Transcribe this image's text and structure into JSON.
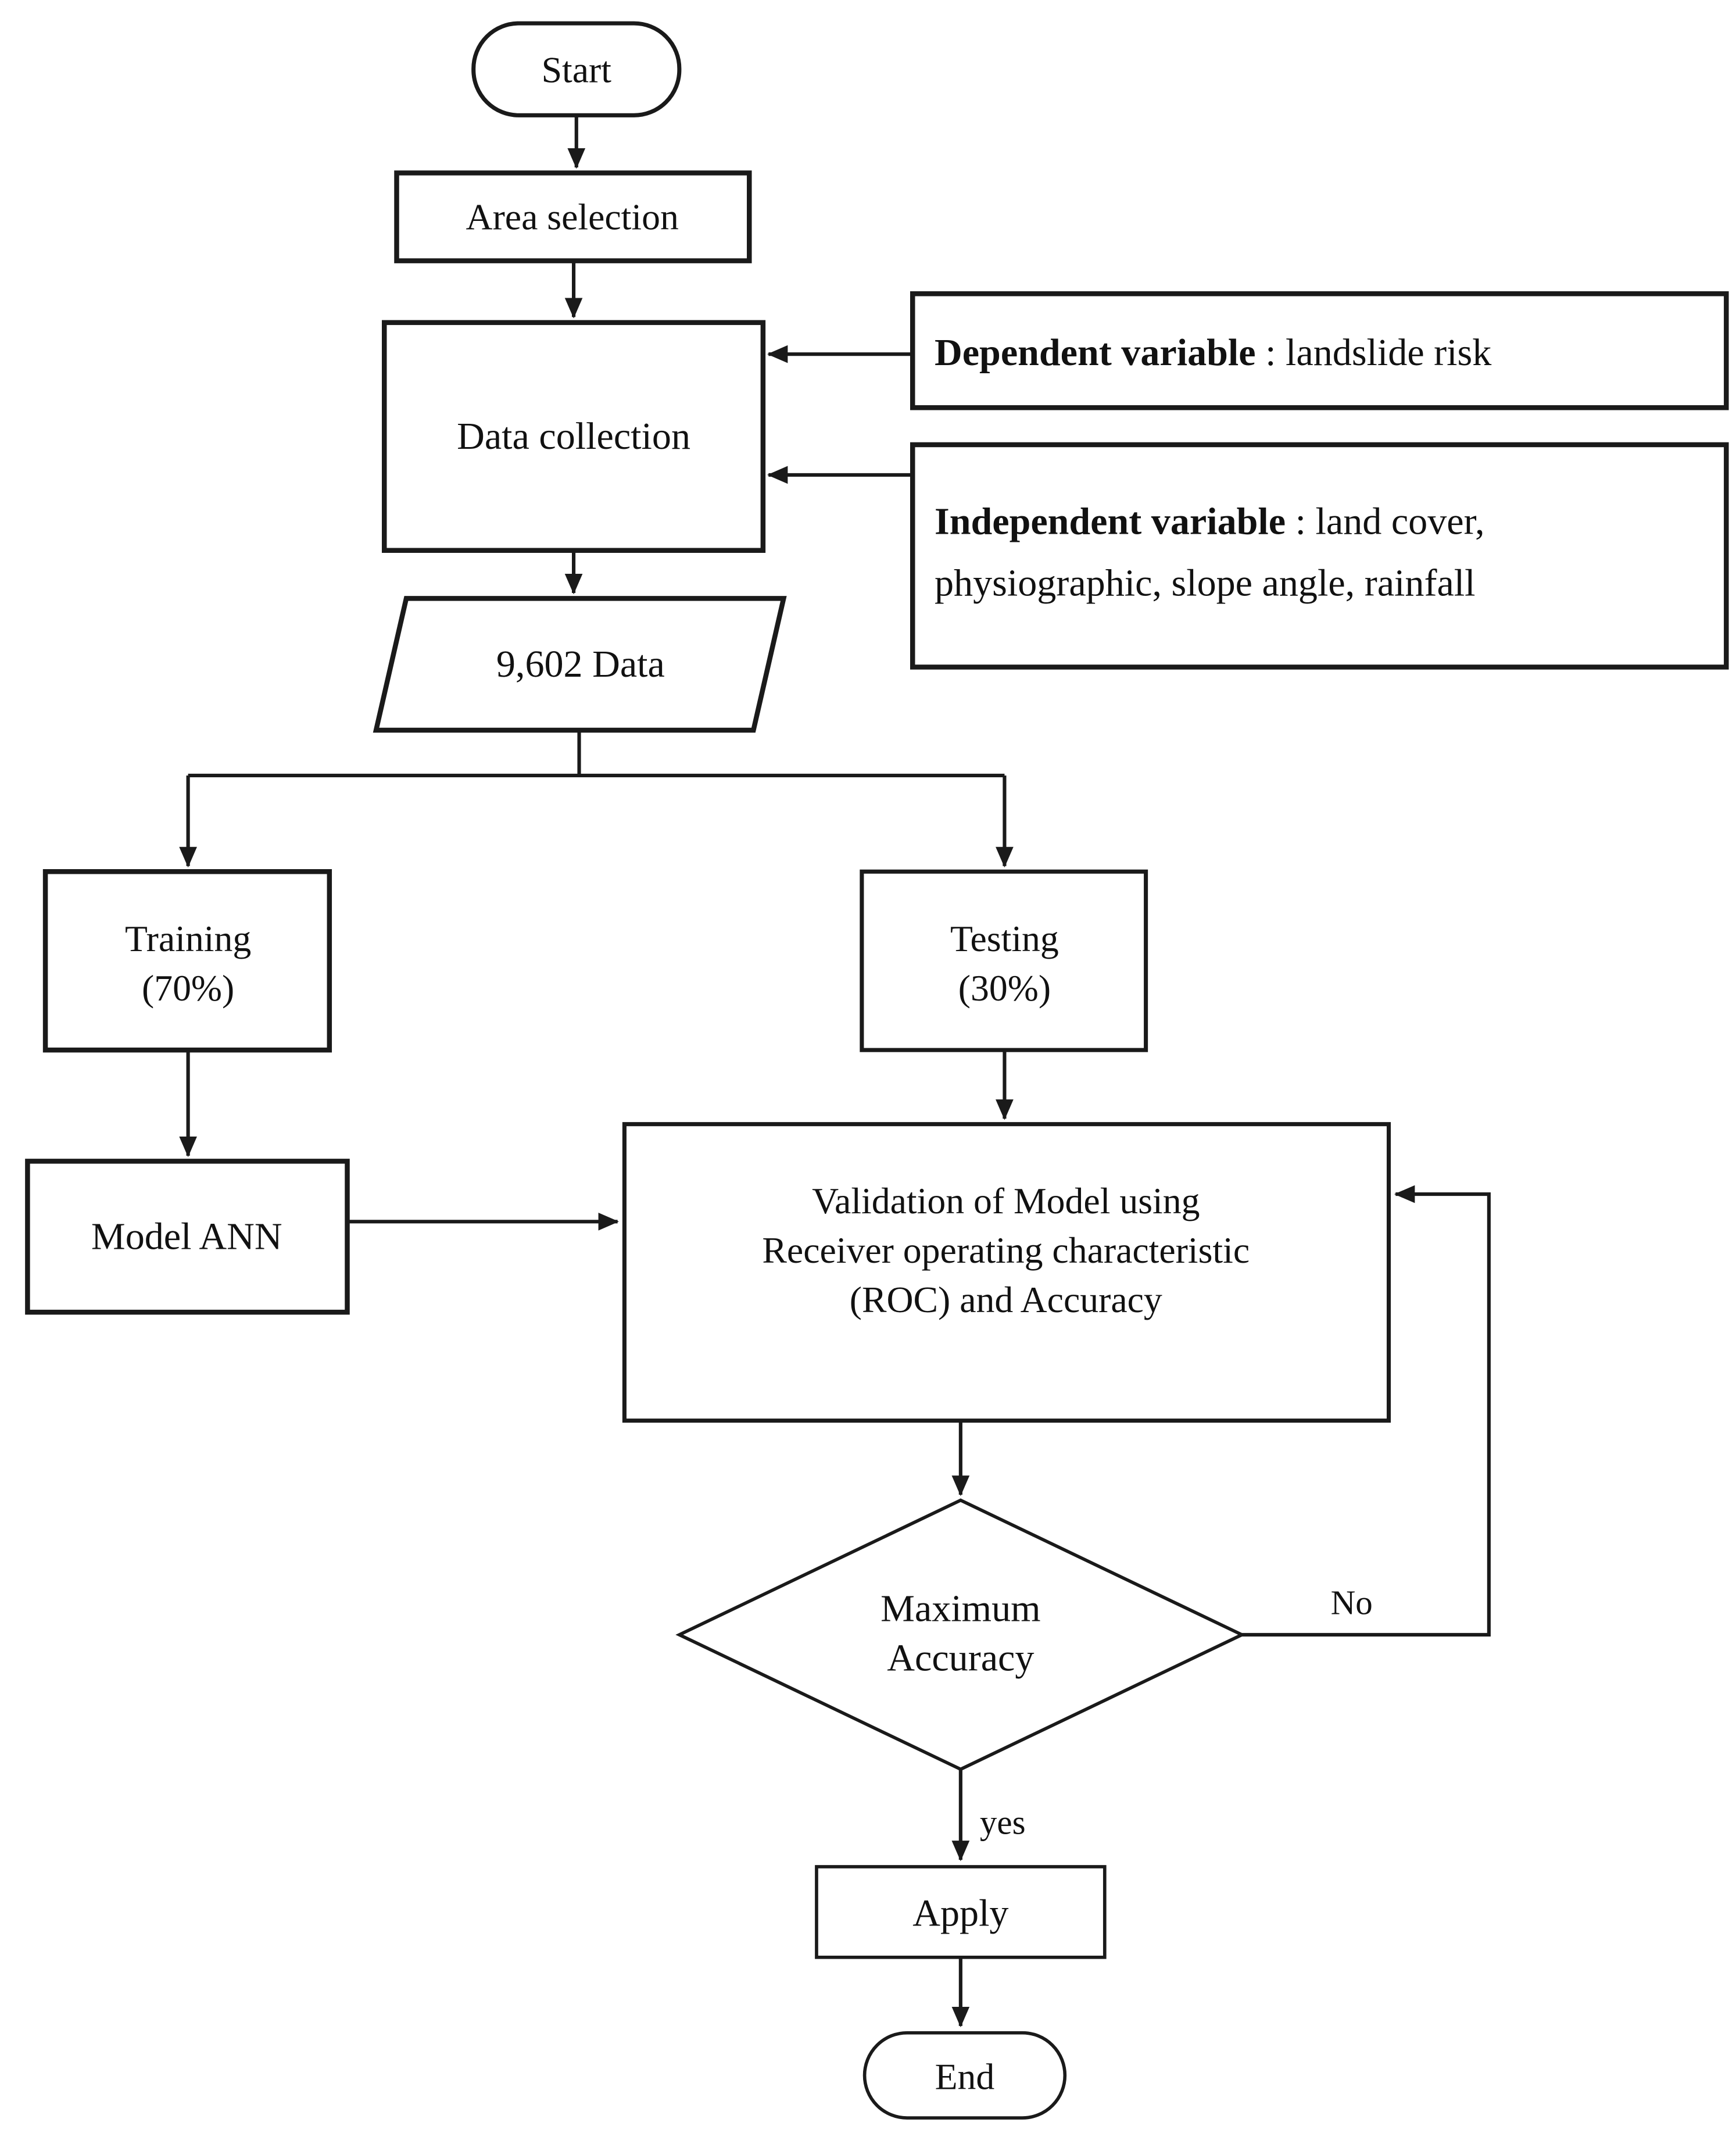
{
  "figure": {
    "background": "#ffffff",
    "line_color": "#1a1a1a",
    "text_color": "#111111"
  },
  "nodes": {
    "start": {
      "label": "Start"
    },
    "area_selection": {
      "label": "Area selection"
    },
    "data_collection": {
      "label": "Data collection"
    },
    "dependent_variable": {
      "bold": "Dependent variable",
      "rest": " : landslide risk"
    },
    "independent_variable": {
      "bold": "Independent variable",
      "rest": " : land cover,",
      "line2": "physiographic, slope angle, rainfall"
    },
    "data_9602": {
      "label": "9,602 Data"
    },
    "training": {
      "line1": "Training",
      "line2": "(70%)"
    },
    "testing": {
      "line1": "Testing",
      "line2": "(30%)"
    },
    "model_ann": {
      "label": "Model ANN"
    },
    "validation": {
      "line1": "Validation of Model using",
      "line2": "Receiver operating characteristic",
      "line3": "(ROC) and Accuracy"
    },
    "decision": {
      "line1": "Maximum",
      "line2": "Accuracy"
    },
    "apply": {
      "label": "Apply"
    },
    "end": {
      "label": "End"
    }
  },
  "edge_labels": {
    "no": "No",
    "yes": "yes"
  }
}
